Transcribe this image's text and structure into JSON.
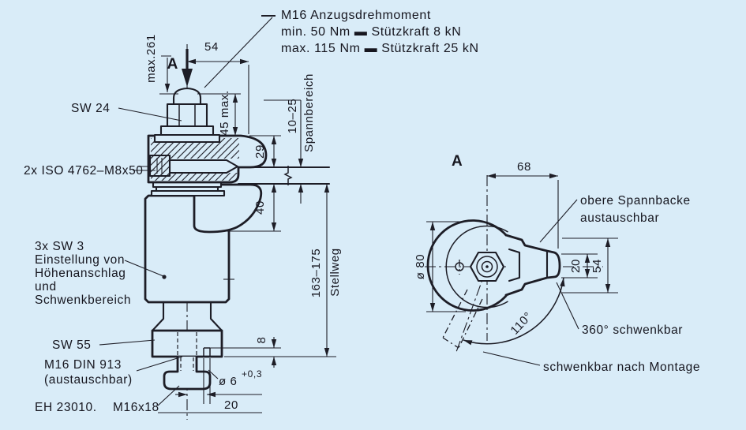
{
  "colors": {
    "background": "#d9ecf8",
    "line": "#1d1d26"
  },
  "front_view": {
    "view_arrow_label": "A",
    "torque_note": {
      "line1": "M16 Anzugsdrehmoment",
      "line2": "min. 50 Nm ▬ Stützkraft 8 kN",
      "line3": "max. 115 Nm ▬ Stützkraft 25 kN"
    },
    "labels": {
      "top_wrench": "SW 24",
      "cap_screws": "2x ISO 4762–M8x50",
      "adjust_lines": [
        "3x SW 3",
        "Einstellung von",
        "Höhenanschlag",
        "und",
        "Schwenkbereich"
      ],
      "flange_wrench": "SW 55",
      "set_screw_line1": "M16 DIN 913",
      "set_screw_line2": "(austauschbar)",
      "order_number": "EH 23010.",
      "stud_thread": "M16x18"
    },
    "dims": {
      "overall_height": "max.261",
      "head_width": "54",
      "screw_height": "45 max.",
      "clamp_range": "10–25",
      "clamp_range_label": "Spannbereich",
      "upper_jaw": "29",
      "lower_jaw": "40",
      "stroke_range": "163–175",
      "stroke_label": "Stellweg",
      "hole_depth": "8",
      "hole_dia": "ø 6",
      "hole_tol": "+0,3",
      "hole_offset": "20"
    }
  },
  "view_a": {
    "view_label": "A",
    "dims": {
      "arm_reach": "68",
      "body_dia": "ø 80",
      "tip_height": "20",
      "arm_height": "54",
      "swivel_arc": "110°"
    },
    "labels": {
      "jaw_line1": "obere Spannbacke",
      "jaw_line2": "austauschbar",
      "swivel360": "360° schwenkbar",
      "swivel_montage": "schwenkbar nach Montage"
    }
  }
}
